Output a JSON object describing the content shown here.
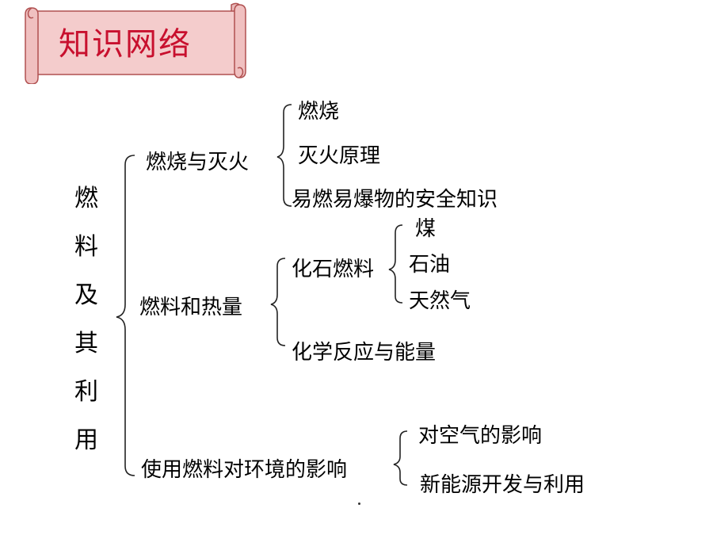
{
  "banner": {
    "title": "知识网络"
  },
  "root": {
    "chars": [
      "燃",
      "料",
      "及",
      "其",
      "利",
      "用"
    ]
  },
  "branches": {
    "b1": {
      "label": "燃烧与灭火",
      "children": [
        "燃烧",
        "灭火原理",
        "易燃易爆物的安全知识"
      ]
    },
    "b2": {
      "label": "燃料和热量",
      "fossil": {
        "label": "化石燃料",
        "children": [
          "煤",
          "石油",
          "天然气"
        ]
      },
      "reaction": "化学反应与能量"
    },
    "b3": {
      "label": "使用燃料对环境的影响",
      "children": [
        "对空气的影响",
        "新能源开发与利用"
      ]
    }
  },
  "colors": {
    "banner_fill": "#f4cccc",
    "banner_border": "#c0504d",
    "title": "#c8102e"
  }
}
